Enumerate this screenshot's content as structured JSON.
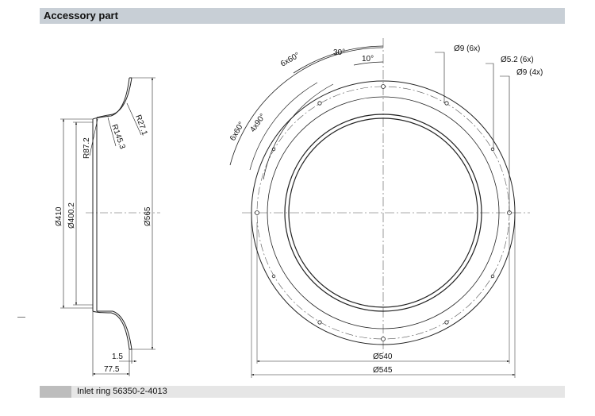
{
  "header": {
    "title": "Accessory part"
  },
  "footer": {
    "caption": "Inlet ring 56350-2-4013"
  },
  "side_view": {
    "radii": [
      "R87.2",
      "R145.3",
      "R27.1"
    ],
    "diameters": [
      "Ø410",
      "Ø400.2",
      "Ø565"
    ],
    "widths": [
      "1.5",
      "77.5"
    ]
  },
  "front_view": {
    "angles": [
      "6x60°",
      "30°",
      "10°",
      "6x60°",
      "4x90°"
    ],
    "holes": [
      "Ø9 (6x)",
      "Ø5.2 (6x)",
      "Ø9 (4x)"
    ],
    "diameters": [
      "Ø540",
      "Ø545"
    ]
  }
}
